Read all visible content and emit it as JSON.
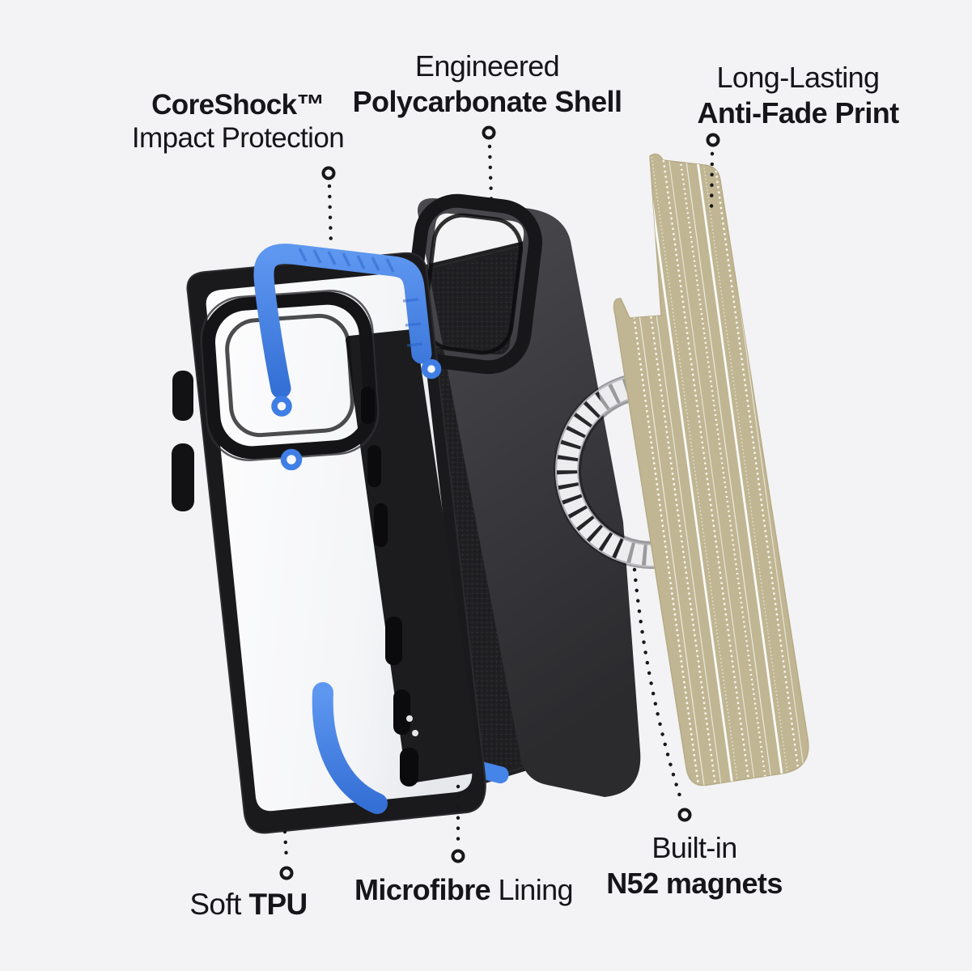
{
  "colors": {
    "background": "#f3f3f5",
    "accent_blue": "#4584e8",
    "case_black": "#1a1a1c",
    "shell_gray": "#343438",
    "plate_tan": "#c1b693",
    "ring_silver": "#ececee",
    "text": "#15151a"
  },
  "callouts": {
    "coreshock": {
      "title": "CoreShock™",
      "subtitle": "Impact Protection"
    },
    "polycarbonate": {
      "line1": "Engineered",
      "line2": "Polycarbonate Shell"
    },
    "anti_fade": {
      "line1": "Long-Lasting",
      "line2": "Anti-Fade Print"
    },
    "soft_tpu": {
      "normal": "Soft ",
      "bold": "TPU"
    },
    "microfibre": {
      "bold": "Microfibre",
      "normal": " Lining"
    },
    "magnets": {
      "line1": "Built-in",
      "line2": "N52 magnets"
    }
  }
}
